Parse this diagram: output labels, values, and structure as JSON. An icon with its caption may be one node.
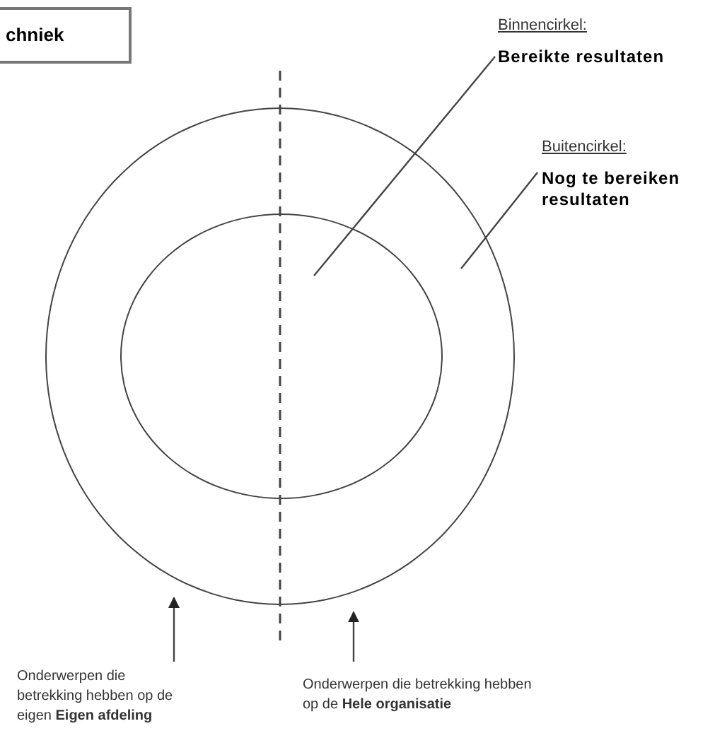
{
  "diagram": {
    "nodes": [
      {
        "text": [
          "chniek"
        ]
      },
      {
        "text": [],
        "shape": "circle"
      },
      {
        "text": [],
        "shape": "circle",
        "in": 1
      },
      {
        "text": [
          "Binnencirkel:",
          "Bereikte resultaten"
        ]
      },
      {
        "text": [
          "Buitencirkel:",
          "Nog te bereiken resultaten"
        ]
      },
      {
        "text": [
          "Onderwerpen die betrekking hebben op de eigen **Eigen afdeling**"
        ]
      },
      {
        "text": [
          "Onderwerpen die betrekking hebben op de **Hele organisatie**"
        ]
      }
    ],
    "edges": [
      {
        "from": 3,
        "to": 2,
        "arrow": "none"
      },
      {
        "from": 4,
        "to": 1,
        "arrow": "none"
      },
      {
        "from": 5,
        "to": 1,
        "arrow": "to"
      },
      {
        "from": 6,
        "to": 1,
        "arrow": "to"
      }
    ]
  }
}
